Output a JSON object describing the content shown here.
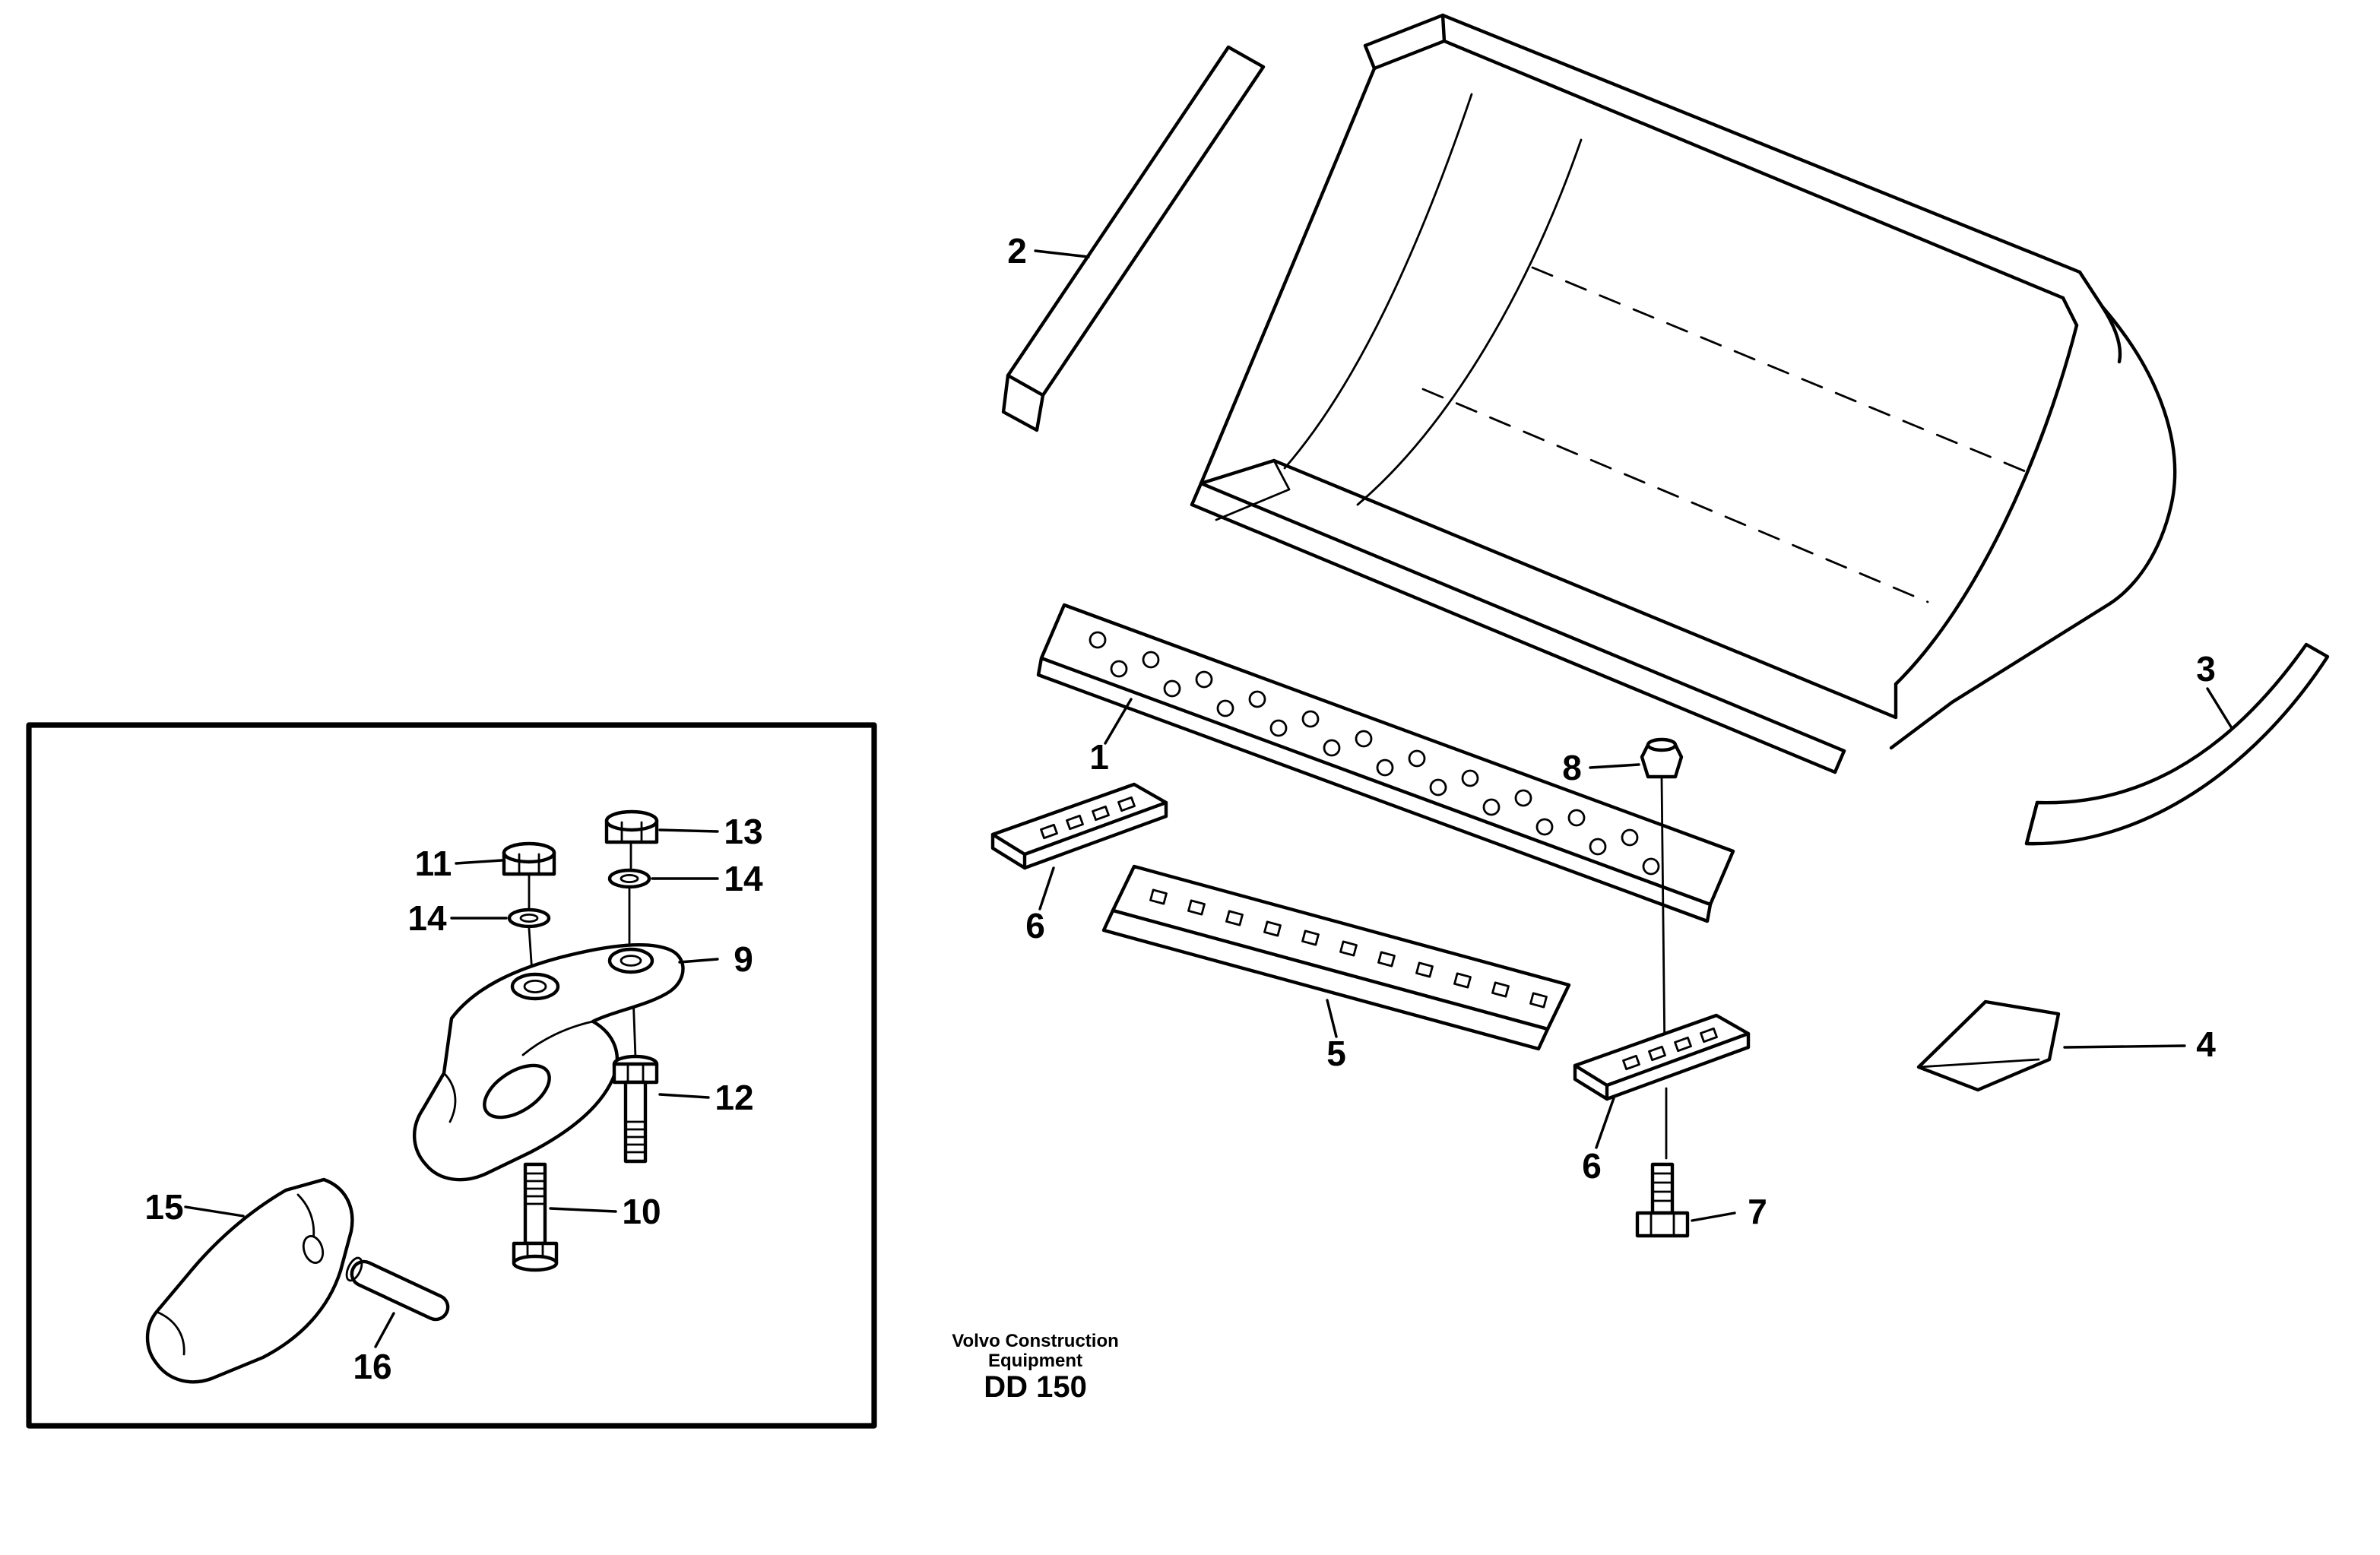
{
  "colors": {
    "line": "#000000",
    "background": "#ffffff"
  },
  "callouts": {
    "c1": "1",
    "c2": "2",
    "c3": "3",
    "c4": "4",
    "c5": "5",
    "c6a": "6",
    "c6b": "6",
    "c7": "7",
    "c8": "8",
    "c9": "9",
    "c10": "10",
    "c11": "11",
    "c12": "12",
    "c13": "13",
    "c14a": "14",
    "c14b": "14",
    "c15": "15",
    "c16": "16"
  },
  "footer": {
    "brand_line1": "Volvo Construction",
    "brand_line2": "Equipment",
    "doc_code": "DD 150"
  }
}
